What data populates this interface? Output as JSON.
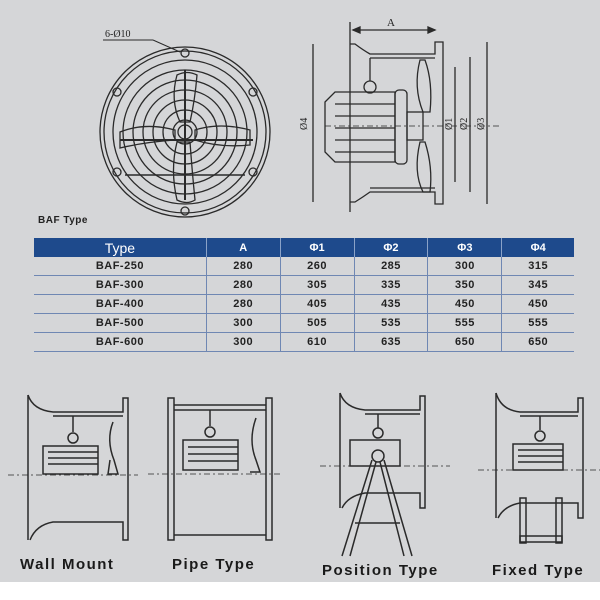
{
  "front_view": {
    "hole_note": "6-Ø10"
  },
  "side_view": {
    "dimension_a": "A",
    "dimension_d1": "Ø1",
    "dimension_d2": "Ø2",
    "dimension_d3": "Ø3",
    "dimension_d4": "Ø4"
  },
  "section_title": "BAF Type",
  "table": {
    "headers": [
      "Type",
      "A",
      "Φ1",
      "Φ2",
      "Φ3",
      "Φ4"
    ],
    "rows": [
      [
        "BAF-250",
        "280",
        "260",
        "285",
        "300",
        "315"
      ],
      [
        "BAF-300",
        "280",
        "305",
        "335",
        "350",
        "345"
      ],
      [
        "BAF-400",
        "280",
        "405",
        "435",
        "450",
        "450"
      ],
      [
        "BAF-500",
        "300",
        "505",
        "535",
        "555",
        "555"
      ],
      [
        "BAF-600",
        "300",
        "610",
        "635",
        "650",
        "650"
      ]
    ]
  },
  "mount_types": [
    {
      "label": "Wall Mount"
    },
    {
      "label": "Pipe Type"
    },
    {
      "label": "Position Type"
    },
    {
      "label": "Fixed Type"
    }
  ],
  "colors": {
    "background": "#d5d6d8",
    "table_header": "#1e4a8c",
    "line": "#2a2a2a"
  }
}
